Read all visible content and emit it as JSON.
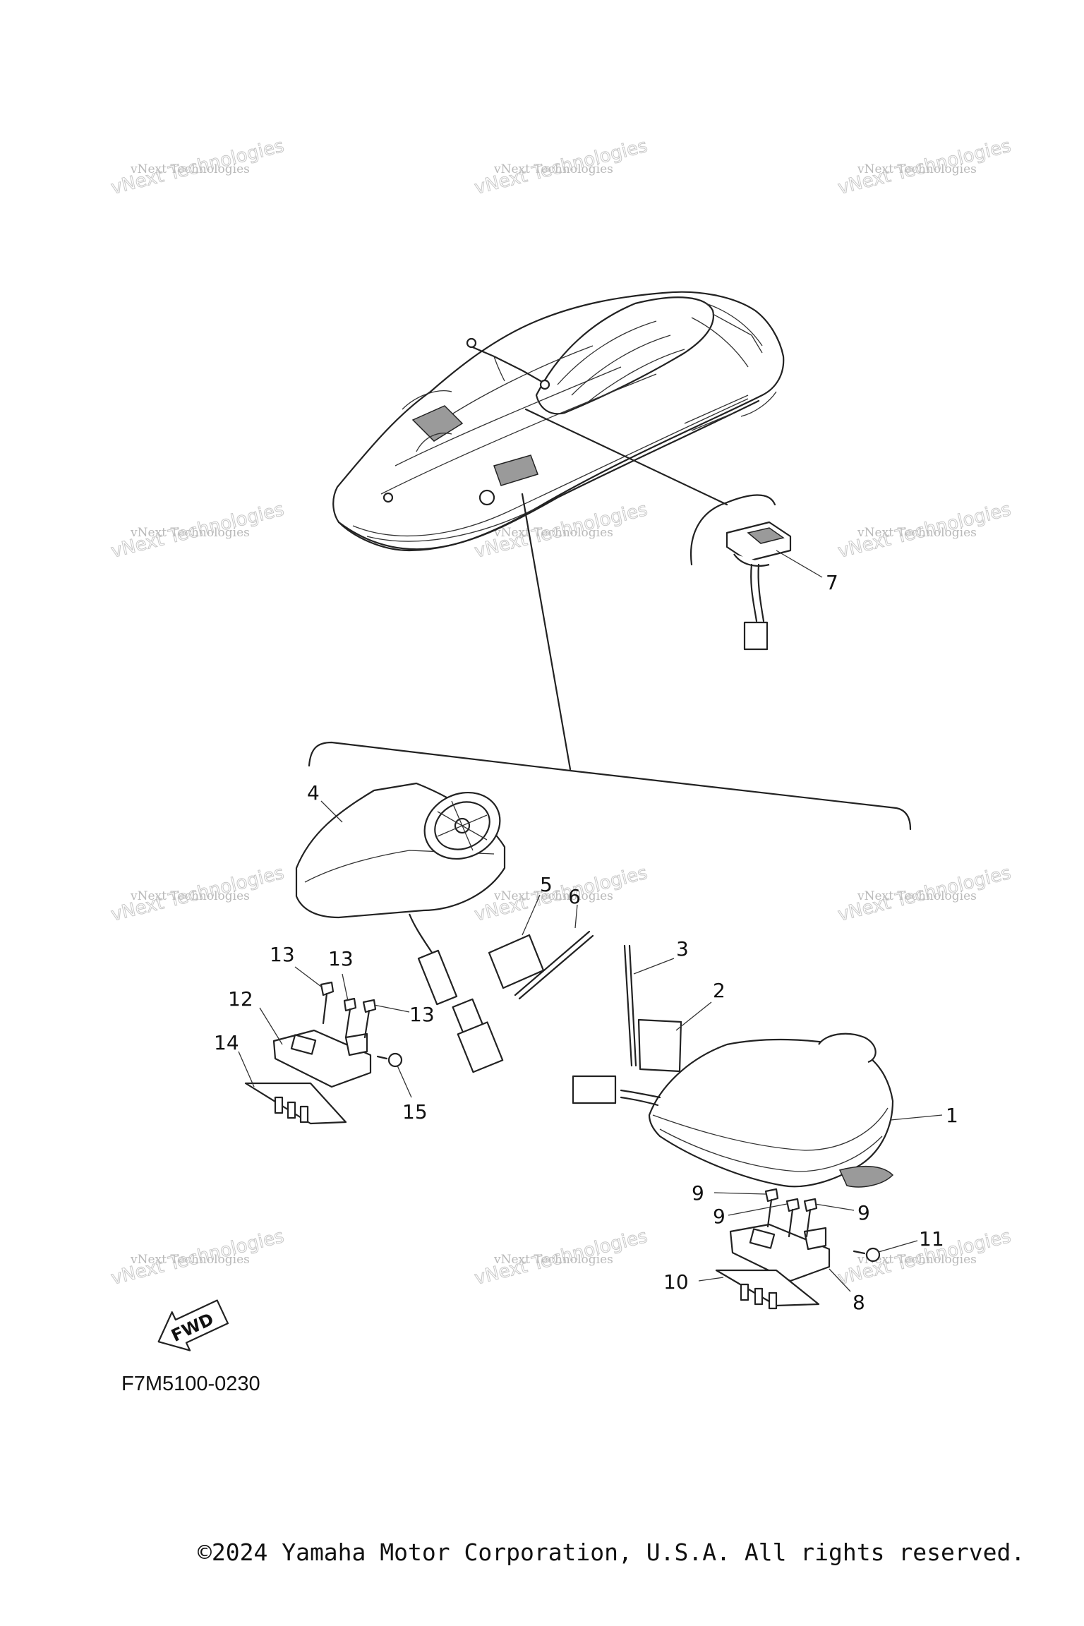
{
  "figure_id": "F7M5100-0230",
  "copyright": "©2024 Yamaha Motor Corporation, U.S.A. All rights reserved.",
  "fwd_label": "FWD",
  "watermark": {
    "line1": "vNext Technologies",
    "line2": "vNext Technologies"
  },
  "callouts": [
    {
      "id": "c1",
      "label": "1"
    },
    {
      "id": "c2",
      "label": "2"
    },
    {
      "id": "c3",
      "label": "3"
    },
    {
      "id": "c4",
      "label": "4"
    },
    {
      "id": "c5",
      "label": "5"
    },
    {
      "id": "c6",
      "label": "6"
    },
    {
      "id": "c7",
      "label": "7"
    },
    {
      "id": "c8",
      "label": "8"
    },
    {
      "id": "c9a",
      "label": "9"
    },
    {
      "id": "c9b",
      "label": "9"
    },
    {
      "id": "c9c",
      "label": "9"
    },
    {
      "id": "c10",
      "label": "10"
    },
    {
      "id": "c11",
      "label": "11"
    },
    {
      "id": "c12",
      "label": "12"
    },
    {
      "id": "c13a",
      "label": "13"
    },
    {
      "id": "c13b",
      "label": "13"
    },
    {
      "id": "c13c",
      "label": "13"
    },
    {
      "id": "c14",
      "label": "14"
    },
    {
      "id": "c15",
      "label": "15"
    }
  ]
}
